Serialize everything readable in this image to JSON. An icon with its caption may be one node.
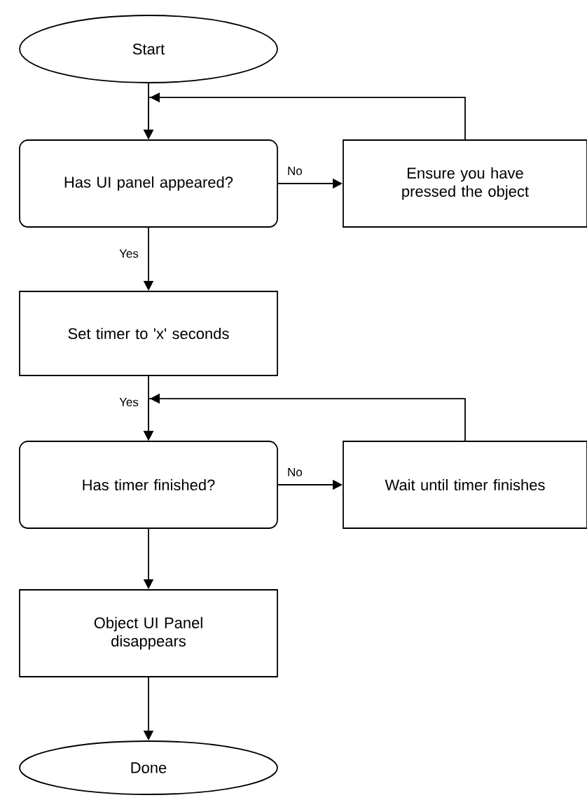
{
  "diagram": {
    "nodes": [
      {
        "text": [
          "Start"
        ]
      },
      {
        "text": [
          "Has UI panel appeared?"
        ]
      },
      {
        "text": [
          "Ensure you have pressed the object"
        ]
      },
      {
        "text": [
          "Set timer to 'x' seconds"
        ]
      },
      {
        "text": [
          "Has timer finished?"
        ]
      },
      {
        "text": [
          "Wait until timer finishes"
        ]
      },
      {
        "text": [
          "Object UI Panel disappears"
        ]
      },
      {
        "text": [
          "Done"
        ]
      }
    ],
    "edges": [
      {
        "from": 0,
        "to": 1,
        "arrow": "to"
      },
      {
        "from": 1,
        "to": 2,
        "arrow": "to",
        "label": "No"
      },
      {
        "from": 2,
        "to": 1,
        "arrow": "to"
      },
      {
        "from": 1,
        "to": 3,
        "arrow": "to",
        "label": "Yes"
      },
      {
        "from": 3,
        "to": 4,
        "arrow": "to",
        "label": "Yes"
      },
      {
        "from": 4,
        "to": 5,
        "arrow": "to",
        "label": "No"
      },
      {
        "from": 5,
        "to": 4,
        "arrow": "to"
      },
      {
        "from": 4,
        "to": 6,
        "arrow": "to"
      },
      {
        "from": 6,
        "to": 7,
        "arrow": "to"
      }
    ]
  }
}
